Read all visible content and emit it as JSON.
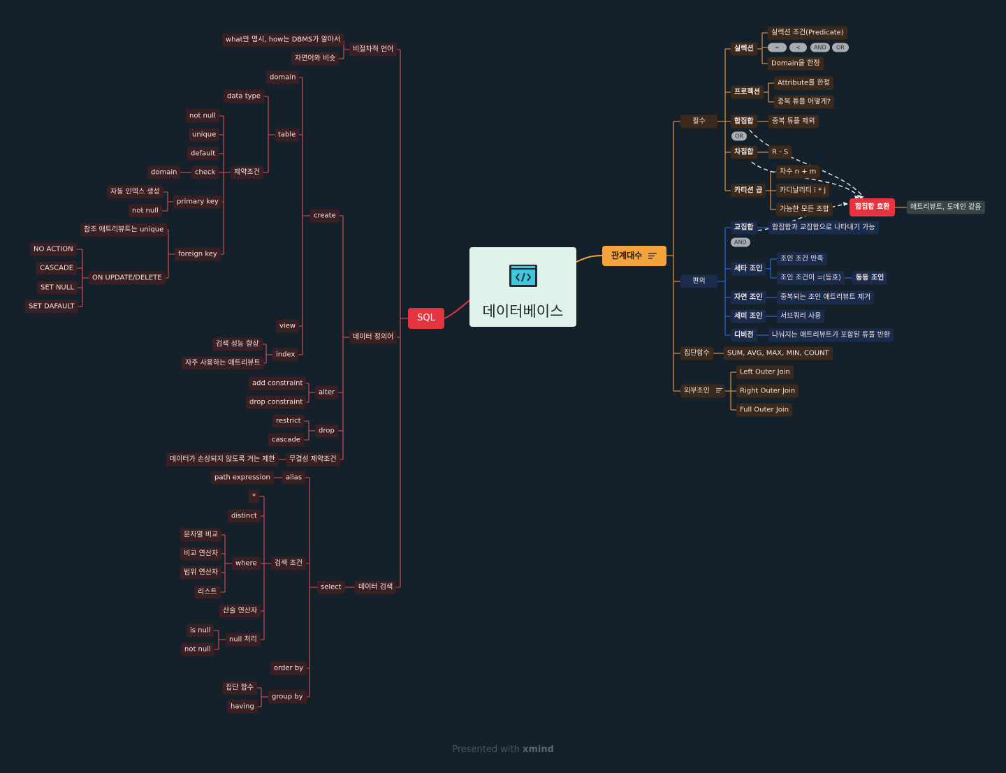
{
  "root": {
    "title": "데이터베이스",
    "icon": "code-window-icon"
  },
  "footer": {
    "prefix": "Presented with",
    "brand": "xmind"
  },
  "colors": {
    "background": "#14202a",
    "sql": "#e3343f",
    "relational": "#f5a33e",
    "blue_branch": "#2a5fd0",
    "root": "#dff3ea"
  },
  "sql": {
    "label": "SQL",
    "nonprocedural": {
      "label": "비절차적 언어",
      "items": [
        "what만 명시, how는 DBMS가 알아서",
        "자연어와 비슷"
      ]
    },
    "ddl": {
      "label": "데이터 정의어",
      "create": {
        "label": "create",
        "domain": "domain",
        "table": {
          "label": "table",
          "data_type": "data type",
          "constraints": {
            "label": "제약조건",
            "not_null": "not null",
            "unique": "unique",
            "default": "default",
            "check": "check",
            "check_domain": "domain",
            "primary_key": {
              "label": "primary key",
              "items": [
                "자동 인덱스 생성",
                "not null"
              ]
            },
            "foreign_key": {
              "label": "foreign key",
              "ref_unique": "참조 애트리뷰트는 unique",
              "on_update": {
                "label": "ON UPDATE/DELETE",
                "items": [
                  "NO ACTION",
                  "CASCADE",
                  "SET NULL",
                  "SET DAFAULT"
                ]
              }
            }
          }
        },
        "view": "view",
        "index": {
          "label": "index",
          "items": [
            "검색 성능 향상",
            "자주 사용하는 애트리뷰트"
          ]
        }
      },
      "alter": {
        "label": "alter",
        "items": [
          "add constraint",
          "drop constraint"
        ]
      },
      "drop": {
        "label": "drop",
        "items": [
          "restrict",
          "cascade"
        ]
      },
      "integrity": {
        "label": "무결성 제약조건",
        "desc": "데이터가 손상되지 않도록 거는 제한"
      }
    },
    "dml": {
      "label": "데이터 검색",
      "select": {
        "label": "select",
        "alias": {
          "label": "alias",
          "item": "path expression"
        },
        "search": {
          "label": "검색 조건",
          "star": "*",
          "distinct": "distinct",
          "where": {
            "label": "where",
            "items": [
              "문자열 비교",
              "비교 연산자",
              "범위 연산자",
              "리스트"
            ]
          },
          "arith": "산술 연산자",
          "null_proc": {
            "label": "null 처리",
            "items": [
              "is null",
              "not null"
            ]
          }
        },
        "order_by": "order by",
        "group_by": {
          "label": "group by",
          "items": [
            "집단 함수",
            "having"
          ]
        }
      }
    }
  },
  "relational": {
    "label": "관계대수",
    "menu_icon": "notes-icon",
    "required": {
      "label": "필수",
      "selection": {
        "label": "실렉션",
        "predicate": "실렉션 조건(Predicate)",
        "ops": [
          "=",
          "<",
          "AND",
          "OR"
        ],
        "domain": "Domain을 한정"
      },
      "projection": {
        "label": "프로젝션",
        "items": [
          "Attribute를 한정",
          "중복 튜플 어떻게?"
        ]
      },
      "union": {
        "label": "합집합",
        "item": "중복 튜플 제외",
        "tag": "OR"
      },
      "difference": {
        "label": "차집합",
        "item": "R - S"
      },
      "cartesian": {
        "label": "카티션 곱",
        "items": [
          "차수 n + m",
          "카디날리티 i * j",
          "가능한 모든 조합"
        ]
      },
      "union_compat": {
        "label": "합집합 호환",
        "desc": "애트리뷰트, 도메인 같음"
      }
    },
    "convenience": {
      "label": "편의",
      "intersection": {
        "label": "교집합",
        "item": "합집합과 교집합으로 나타내기 가능",
        "tag": "AND"
      },
      "theta": {
        "label": "세타 조인",
        "items": [
          "조인 조건 만족",
          "조인 조건이 =(등호)"
        ],
        "equi": "동등 조인"
      },
      "natural": {
        "label": "자연 조인",
        "item": "중복되는 조인 애트리뷰트 제거"
      },
      "semi": {
        "label": "세미 조인",
        "item": "서브쿼리 사용"
      },
      "division": {
        "label": "디비전",
        "item": "나눠지는 애트리뷰트가 포함된 튜플 반환"
      }
    },
    "aggregate": {
      "label": "집단함수",
      "item": "SUM, AVG, MAX, MIN, COUNT"
    },
    "outer_join": {
      "label": "외부조인",
      "menu_icon": "notes-icon",
      "items": [
        "Left Outer Join",
        "Right Outer Join",
        "Full Outer Join"
      ]
    }
  }
}
